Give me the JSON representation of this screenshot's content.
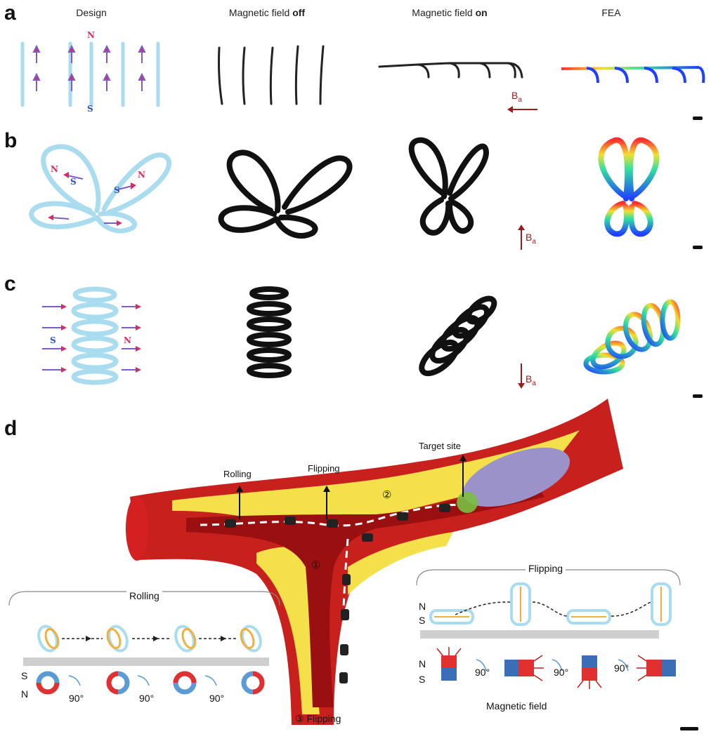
{
  "panels": {
    "a": "a",
    "b": "b",
    "c": "c",
    "d": "d"
  },
  "columns": {
    "design": "Design",
    "field_off_prefix": "Magnetic field ",
    "field_off_bold": "off",
    "field_on_prefix": "Magnetic field ",
    "field_on_bold": "on",
    "fea": "FEA"
  },
  "field_label": "B",
  "field_label_sub": "a",
  "poles": {
    "north": "N",
    "south": "S"
  },
  "panel_d": {
    "labels": {
      "rolling_top": "Rolling",
      "flipping_top": "Flipping",
      "target_site": "Target site",
      "branch_1": "①",
      "branch_2": "②",
      "branch_3": "③ Flipping"
    },
    "rolling_inset": {
      "title": "Rolling",
      "angles": [
        "90°",
        "90°",
        "90°"
      ]
    },
    "flipping_inset": {
      "title": "Flipping",
      "angles": [
        "90°",
        "90°",
        "90°"
      ],
      "magnetic_field": "Magnetic field"
    }
  },
  "colors": {
    "design_blue": "#a9dcef",
    "north_red": "#d03060",
    "south_blue": "#3050c0",
    "arrow_red": "#9b1c1c",
    "vessel_red": "#c8201c",
    "plaque_yellow": "#f3e04a",
    "clot_purple": "#9a92c8"
  }
}
